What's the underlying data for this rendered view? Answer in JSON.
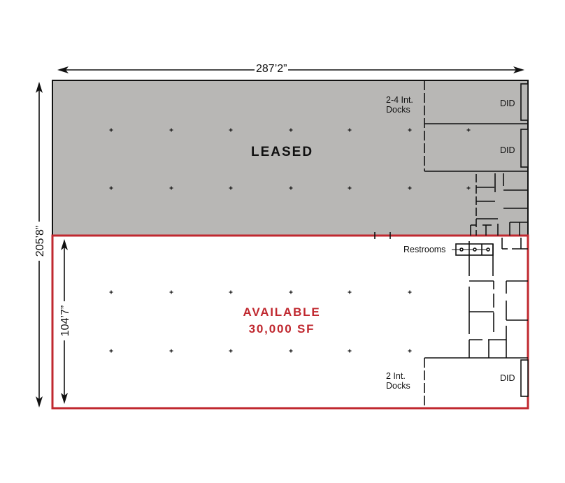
{
  "plan": {
    "dimensions": {
      "overall_width": "287’2”",
      "overall_depth": "205’8”",
      "available_depth": "104’7”"
    },
    "leased": {
      "label": "LEASED",
      "fill_color": "#b8b7b5"
    },
    "available": {
      "label": "AVAILABLE",
      "area": "30,000 SF",
      "outline_color": "#c0282f",
      "text_color": "#c0282f"
    },
    "docks_top": {
      "label_line1": "2-4 Int.",
      "label_line2": "Docks",
      "did_labels": [
        "DID",
        "DID"
      ]
    },
    "docks_bottom": {
      "label_line1": "2 Int.",
      "label_line2": "Docks",
      "did_labels": [
        "DID"
      ]
    },
    "restrooms": {
      "label": "Restrooms"
    },
    "column_grid": {
      "x": [
        159,
        245,
        330,
        416,
        500,
        586,
        670
      ],
      "y": [
        186,
        269,
        418,
        502
      ]
    }
  }
}
